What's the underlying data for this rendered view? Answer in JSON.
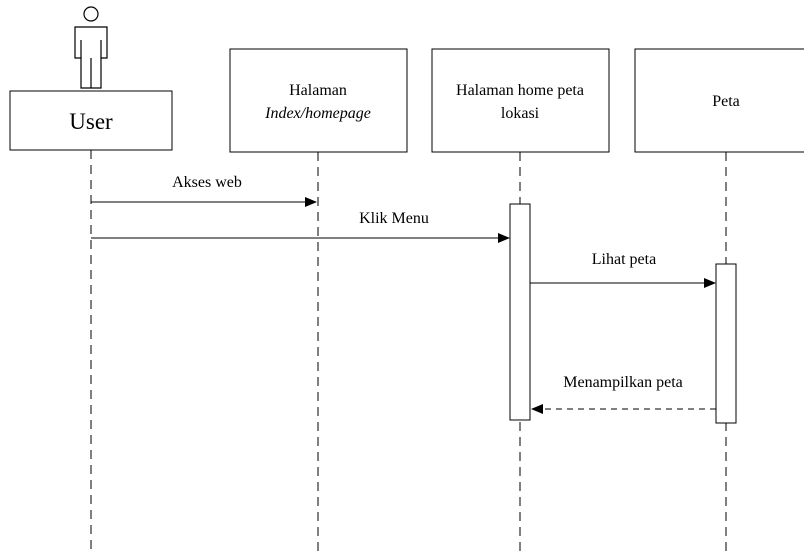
{
  "participants": {
    "user": {
      "label": "User",
      "icon": "actor-icon"
    },
    "halaman_index": {
      "line1": "Halaman",
      "line2": "Index/homepage"
    },
    "halaman_home": {
      "line1": "Halaman home peta",
      "line2": "lokasi"
    },
    "peta": {
      "label": "Peta"
    }
  },
  "messages": {
    "akses_web": "Akses web",
    "klik_menu": "Klik Menu",
    "lihat_peta": "Lihat peta",
    "menampilkan_peta": "Menampilkan peta"
  }
}
